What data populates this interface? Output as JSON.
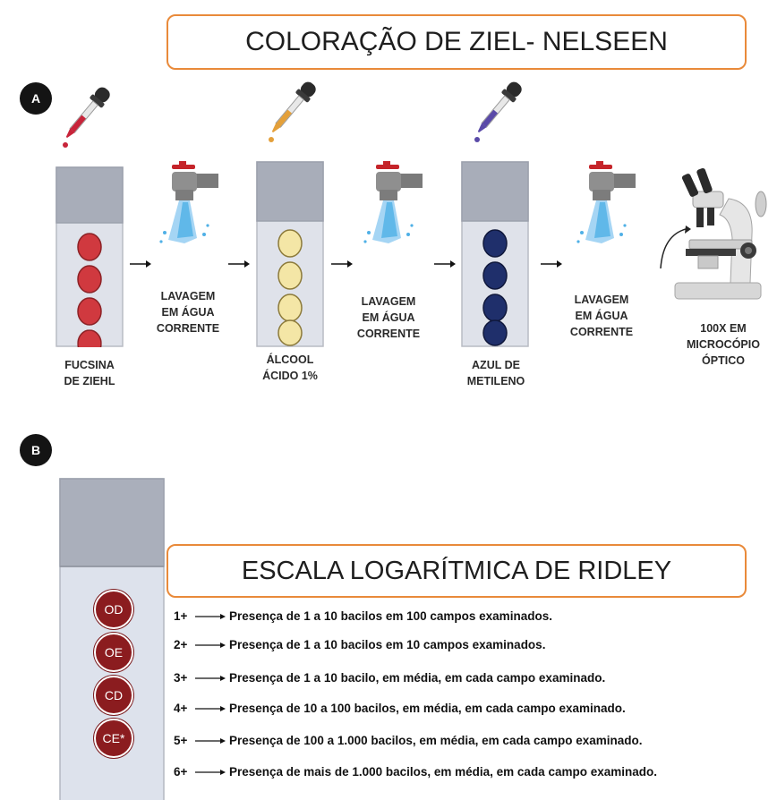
{
  "section_a": {
    "badge": "A",
    "title": "COLORAÇÃO DE ZIEL- NELSEEN",
    "steps": {
      "fucsina": "FUCSINA\nDE ZIEHL",
      "wash1": "LAVAGEM\nEM ÁGUA\nCORRENTE",
      "alcool": "ÁLCOOL\nÁCIDO 1%",
      "wash2": "LAVAGEM\nEM ÁGUA\nCORRENTE",
      "azul": "AZUL DE\nMETILENO",
      "wash3": "LAVAGEM\nEM ÁGUA\nCORRENTE",
      "microscope": "100X EM\nMICROCÓPIO\nÓPTICO"
    }
  },
  "section_b": {
    "badge": "B",
    "title": "ESCALA LOGARÍTMICA DE RIDLEY",
    "spots": [
      "OD",
      "OE",
      "CD",
      "CE*"
    ],
    "scale": [
      {
        "level": "1+",
        "text": "Presença de 1 a 10 bacilos em 100 campos examinados."
      },
      {
        "level": "2+",
        "text": "Presença de 1 a 10 bacilos em 10 campos examinados."
      },
      {
        "level": "3+",
        "text": "Presença de 1 a 10 bacilo, em média, em cada campo examinado."
      },
      {
        "level": "4+",
        "text": "Presença de 10 a 100 bacilos, em média, em cada campo examinado."
      },
      {
        "level": "5+",
        "text": "Presença de 100 a 1.000 bacilos, em média, em cada campo examinado."
      },
      {
        "level": "6+",
        "text": "Presença de mais de 1.000 bacilos, em média, em cada campo examinado."
      }
    ]
  },
  "colors": {
    "accent_border": "#e98a3a",
    "fucsina_dot": "#d0393f",
    "alcool_dot": "#f4e6a6",
    "azul_dot": "#1f2f6b",
    "spot_fill": "#8b1c1f",
    "water": "#4fb0e6"
  }
}
